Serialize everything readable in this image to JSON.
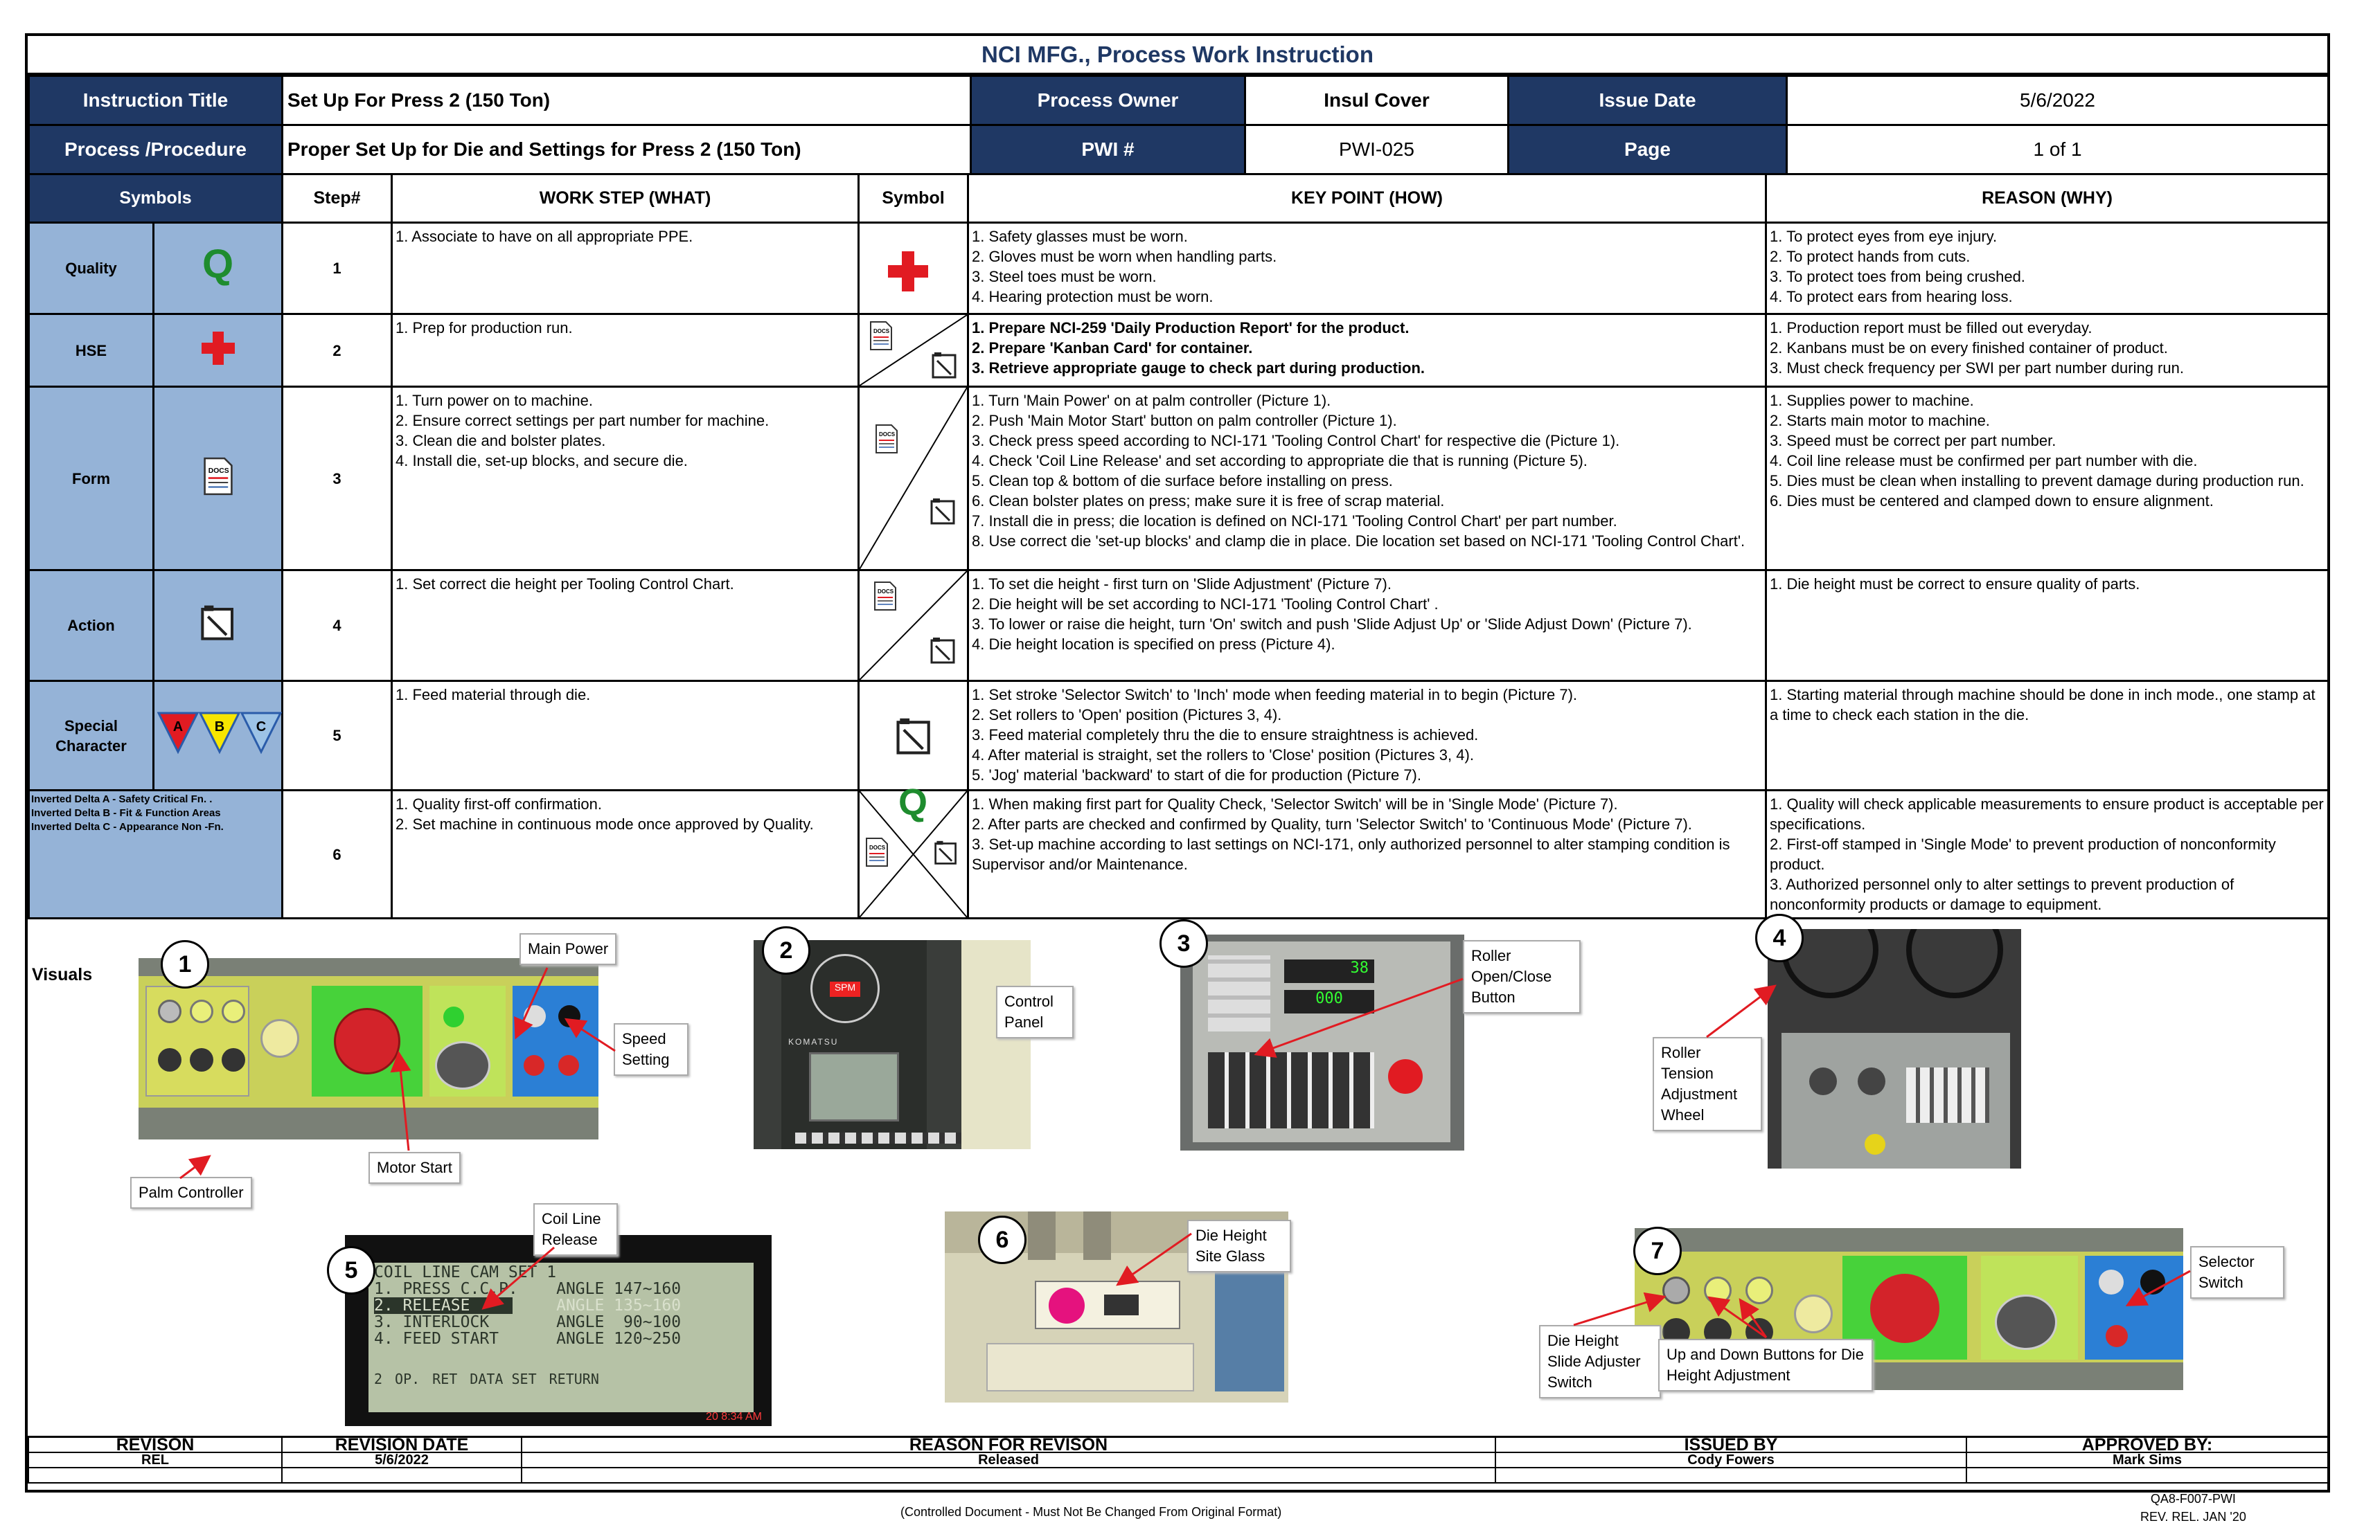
{
  "document_title": "NCI MFG., Process Work Instruction",
  "header": {
    "instruction_title_label": "Instruction Title",
    "instruction_title": "Set Up For Press 2 (150 Ton)",
    "process_owner_label": "Process Owner",
    "process_owner": "Insul Cover",
    "issue_date_label": "Issue Date",
    "issue_date": "5/6/2022",
    "process_label": "Process /Procedure",
    "process": "Proper Set Up for Die and Settings for Press 2 (150 Ton)",
    "pwi_label": "PWI #",
    "pwi": "PWI-025",
    "page_label": "Page",
    "page": "1 of 1"
  },
  "columns": {
    "symbols": "Symbols",
    "step": "Step#",
    "work_step": "WORK STEP (WHAT)",
    "symbol": "Symbol",
    "key_point": "KEY POINT (HOW)",
    "reason": "REASON (WHY)"
  },
  "symbols": {
    "quality": "Quality",
    "hse": "HSE",
    "form": "Form",
    "action": "Action",
    "special": "Special Character",
    "quality_glyph": "Q",
    "docs_glyph": "DOCS",
    "delta_a": "A",
    "delta_b": "B",
    "delta_c": "C",
    "legend": [
      "Inverted Delta A - Safety Critical Fn. .",
      "Inverted Delta B - Fit & Function Areas",
      "Inverted Delta C  - Appearance Non -Fn."
    ]
  },
  "steps": [
    {
      "num": "1",
      "what": [
        "1. Associate to have on all appropriate PPE."
      ],
      "how": [
        "1. Safety glasses must be worn.",
        "2. Gloves must be worn when handling parts.",
        "3. Steel toes must be worn.",
        "4. Hearing protection must be worn."
      ],
      "why": [
        "1. To protect eyes from eye injury.",
        "2. To protect hands from cuts.",
        "3. To protect toes from being crushed.",
        "4. To protect ears from hearing loss."
      ]
    },
    {
      "num": "2",
      "what": [
        "1. Prep for production run."
      ],
      "how": [
        "1. Prepare NCI-259 'Daily Production Report' for the product.",
        "2. Prepare 'Kanban Card' for container.",
        "3. Retrieve appropriate gauge to check part during production."
      ],
      "why": [
        "1. Production report must be filled out everyday.",
        "2. Kanbans must be on every finished container of product.",
        "3. Must check frequency per SWI per part number during run."
      ]
    },
    {
      "num": "3",
      "what": [
        "1. Turn power on to machine.",
        "2. Ensure correct settings per part number for machine.",
        "3. Clean die and bolster plates.",
        "4. Install die, set-up blocks, and secure die."
      ],
      "how": [
        "1. Turn 'Main Power' on at palm controller (Picture 1).",
        "2. Push 'Main Motor Start' button on palm controller (Picture 1).",
        "3. Check press speed according to NCI-171 'Tooling Control Chart' for respective die (Picture 1).",
        "4. Check 'Coil Line Release' and set according to appropriate die that is running (Picture 5).",
        "5. Clean top & bottom of die surface before installing on press.",
        "6. Clean bolster plates on press; make sure it is free of scrap material.",
        "7. Install die in press; die location is defined on NCI-171 'Tooling Control Chart' per part number.",
        "8. Use correct die 'set-up blocks' and clamp die in place. Die location set based on NCI-171 'Tooling Control Chart'."
      ],
      "why": [
        "1. Supplies power to machine.",
        "2. Starts main motor to machine.",
        "3. Speed must be correct per part number.",
        "4. Coil line release must be confirmed per part number with die.",
        "5. Dies must be clean when installing to prevent damage during production run.",
        "6. Dies must be centered and clamped down to ensure alignment."
      ]
    },
    {
      "num": "4",
      "what": [
        "1. Set correct die height per Tooling Control Chart."
      ],
      "how": [
        "1. To set die height - first turn on 'Slide Adjustment' (Picture 7).",
        "2. Die height will be set according to NCI-171 'Tooling Control Chart' .",
        "3. To lower or raise die height, turn 'On' switch and push 'Slide Adjust Up' or 'Slide Adjust Down' (Picture 7).",
        "4. Die height location is specified on press (Picture 4)."
      ],
      "why": [
        "1. Die height must be correct to ensure quality of parts."
      ]
    },
    {
      "num": "5",
      "what": [
        "1. Feed material through die."
      ],
      "how": [
        "1. Set stroke 'Selector Switch' to 'Inch' mode when feeding material in to begin (Picture 7).",
        "2. Set rollers to 'Open' position (Pictures 3, 4).",
        "3. Feed material completely thru the die to ensure straightness is achieved.",
        "4. After material is straight, set the rollers to 'Close' position (Pictures 3, 4).",
        "5. 'Jog' material 'backward' to start of die for production (Picture 7)."
      ],
      "why": [
        "1. Starting material through machine should be done in inch mode., one stamp at a time to check each station in the die."
      ]
    },
    {
      "num": "6",
      "what": [
        "1. Quality first-off confirmation.",
        "2. Set machine in continuous mode once approved by Quality."
      ],
      "how": [
        "1. When making first part for Quality Check, 'Selector Switch' will be in 'Single Mode' (Picture 7).",
        "2. After parts are checked and confirmed by Quality, turn 'Selector Switch' to 'Continuous Mode' (Picture 7).",
        "3. Set-up machine according to last settings on NCI-171, only authorized personnel to alter stamping condition is Supervisor and/or Maintenance."
      ],
      "why": [
        "1. Quality will check applicable measurements to ensure product is acceptable per specifications.",
        "2. First-off stamped in 'Single Mode' to prevent production of nonconformity product.",
        "3. Authorized personnel only to alter settings to prevent production of nonconformity products or damage to equipment."
      ]
    }
  ],
  "visuals": {
    "label": "Visuals",
    "numbers": [
      "1",
      "2",
      "3",
      "4",
      "5",
      "6",
      "7"
    ],
    "callouts": {
      "main_power": "Main Power",
      "speed_setting": "Speed Setting",
      "motor_start": "Motor Start",
      "palm_controller": "Palm Controller",
      "control_panel": "Control Panel",
      "roller_open_close": "Roller Open/Close Button",
      "roller_tension": "Roller Tension Adjustment Wheel",
      "coil_line_release": "Coil Line Release",
      "die_height_glass": "Die Height Site Glass",
      "selector_switch": "Selector Switch",
      "die_height_switch": "Die Height Slide Adjuster Switch",
      "up_down_buttons": "Up and Down Buttons for Die Height Adjustment"
    },
    "screen5": {
      "title": "COIL LINE CAM SET 1",
      "rows": [
        "1. PRESS C.C.P.    ANGLE 147~160",
        "2. RELEASE         ANGLE 135~160",
        "3. INTERLOCK       ANGLE  90~100",
        "4. FEED START      ANGLE 120~250"
      ],
      "buttons": [
        "2",
        "OP.",
        "RET",
        "DATA SET",
        "RETURN"
      ],
      "timestamp": "20  8:34 AM"
    },
    "photo2_brand": "KOMATSU",
    "photo2_display": "SPM",
    "photo3_display_top": "38",
    "photo3_display_bottom": "000"
  },
  "revision": {
    "headers": [
      "REVISON",
      "REVISION DATE",
      "REASON FOR REVISON",
      "ISSUED BY",
      "APPROVED BY:"
    ],
    "row": [
      "REL",
      "5/6/2022",
      "Released",
      "Cody Fowers",
      "Mark Sims"
    ]
  },
  "footer": {
    "controlled": "(Controlled Document - Must Not Be Changed From Original Format)",
    "form_no": "QA8-F007-PWI",
    "rev": "REV. REL. JAN '20"
  },
  "colors": {
    "navy": "#1f3864",
    "symbol_blue": "#95b3d7",
    "quality_green": "#1e8c2e",
    "hse_red": "#e11b22"
  }
}
